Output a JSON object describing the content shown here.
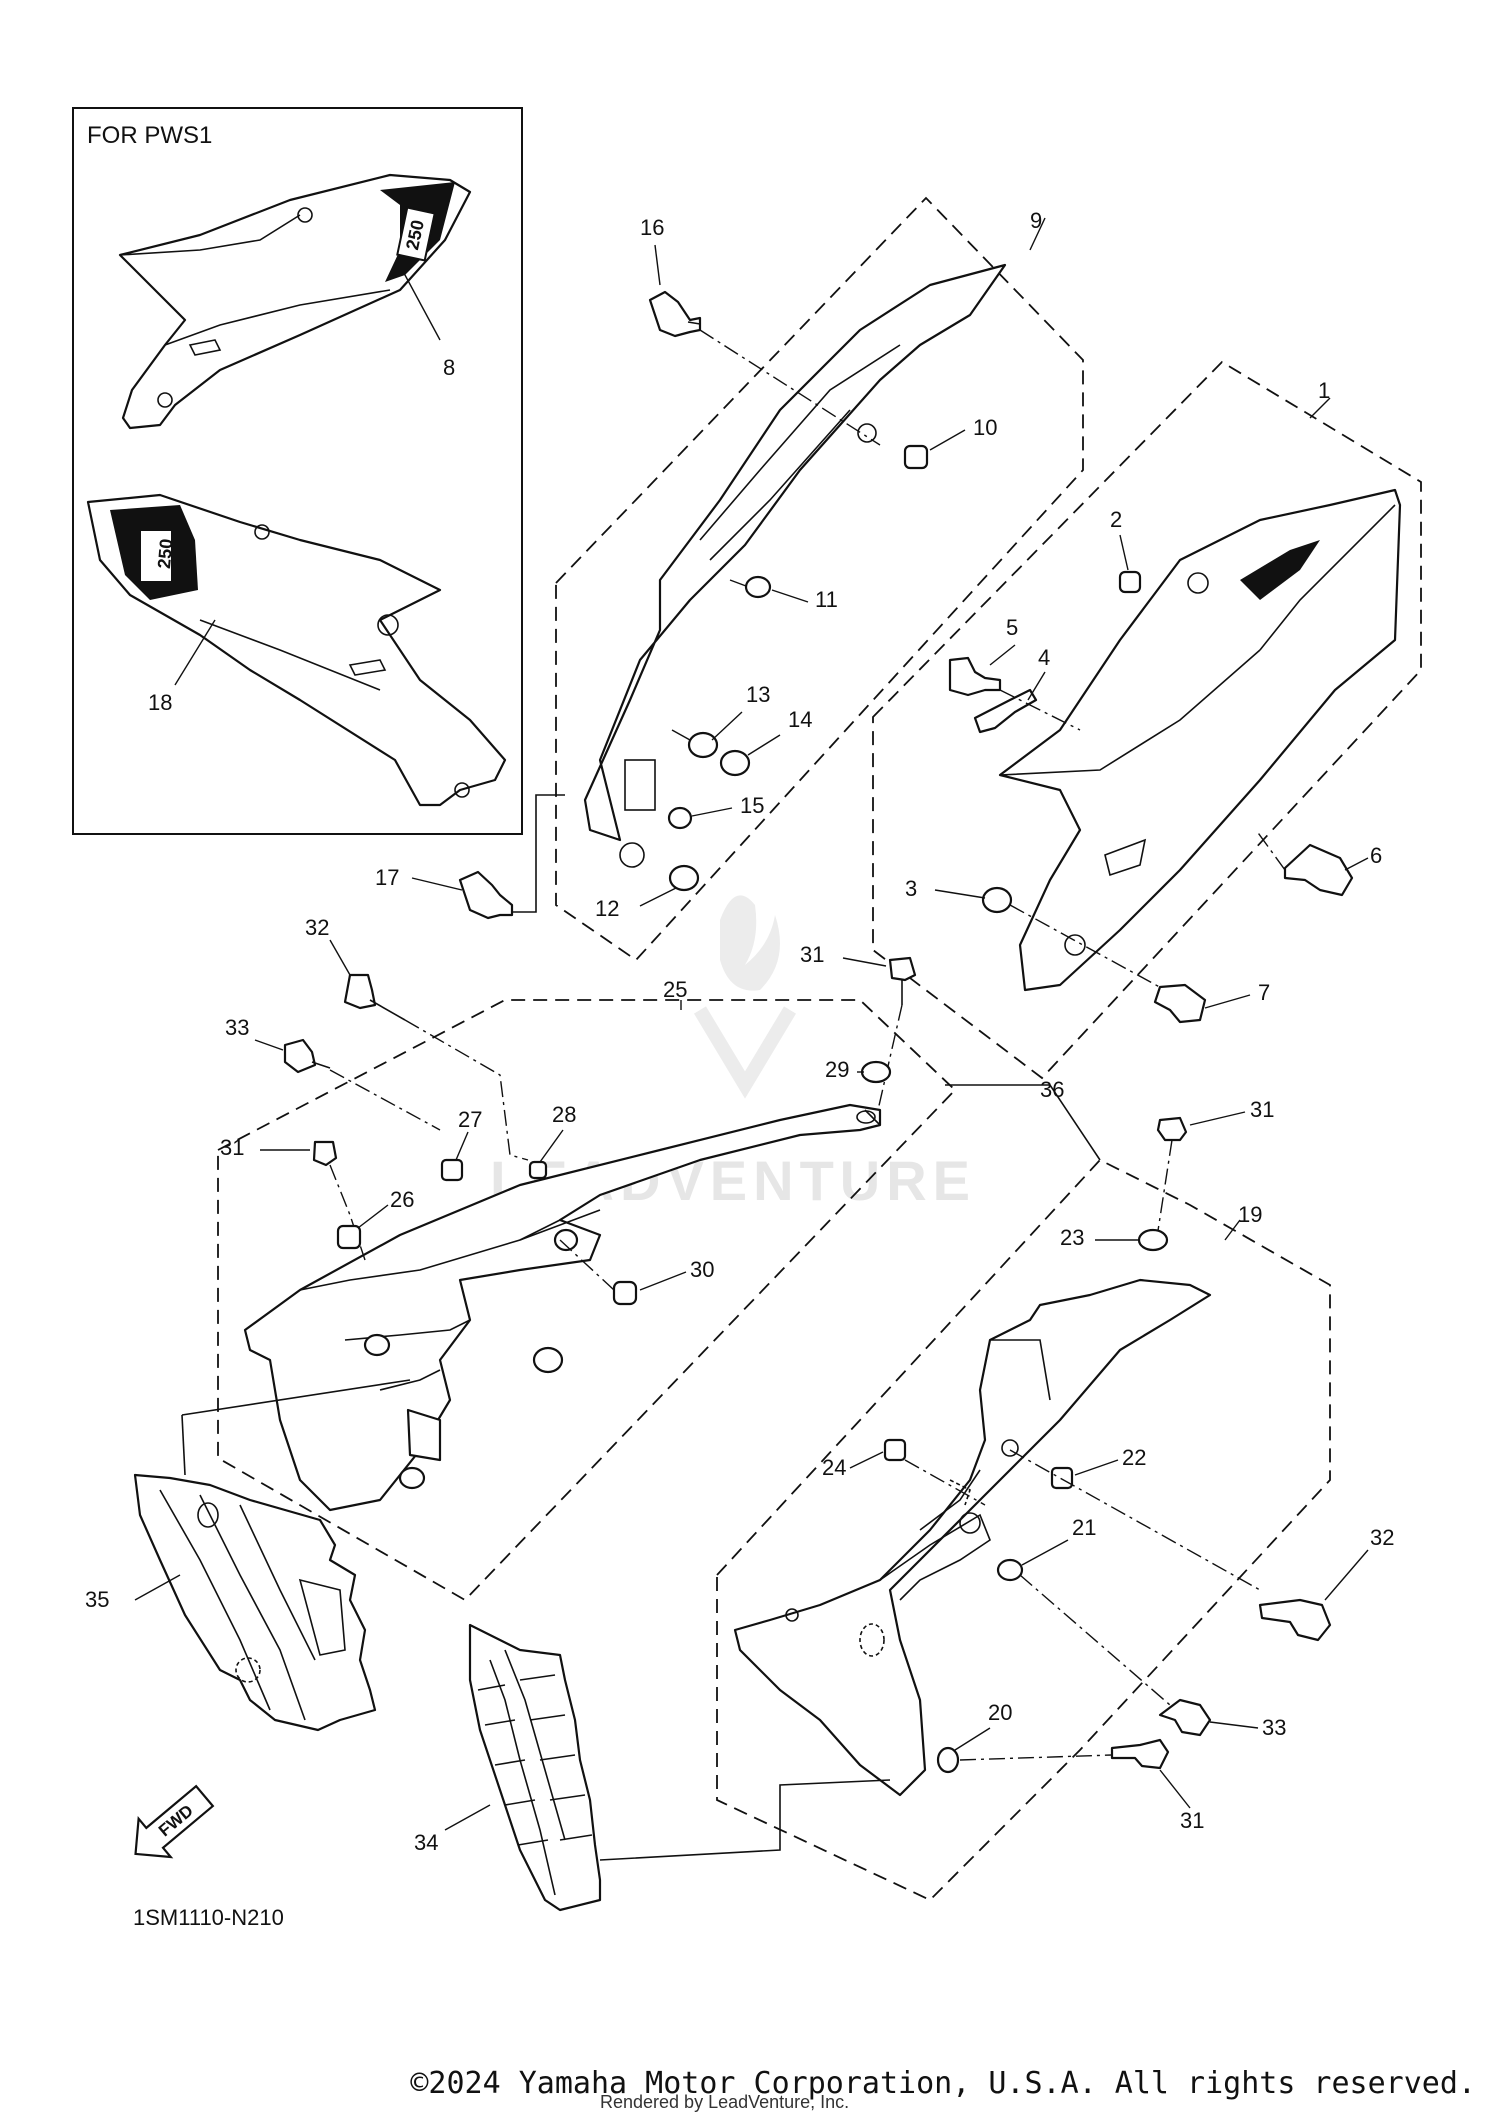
{
  "inset": {
    "title": "FOR PWS1"
  },
  "callouts": {
    "c1": "1",
    "c2": "2",
    "c3": "3",
    "c4": "4",
    "c5": "5",
    "c6": "6",
    "c7": "7",
    "c8": "8",
    "c9": "9",
    "c10": "10",
    "c11": "11",
    "c12": "12",
    "c13": "13",
    "c14": "14",
    "c15": "15",
    "c16": "16",
    "c17": "17",
    "c18": "18",
    "c19": "19",
    "c20": "20",
    "c21": "21",
    "c22": "22",
    "c23": "23",
    "c24": "24",
    "c25": "25",
    "c26": "26",
    "c27": "27",
    "c28": "28",
    "c29": "29",
    "c30": "30",
    "c31a": "31",
    "c31b": "31",
    "c31c": "31",
    "c31d": "31",
    "c32a": "32",
    "c32b": "32",
    "c33a": "33",
    "c33b": "33",
    "c34": "34",
    "c35": "35",
    "c36": "36"
  },
  "decal_text": "250",
  "fwd_label": "FWD",
  "diagram_code": "1SM1110-N210",
  "watermark": "LEADVENTURE",
  "copyright": "©2024 Yamaha Motor Corporation, U.S.A. All rights reserved.",
  "rendered_by": "Rendered by LeadVenture, Inc."
}
